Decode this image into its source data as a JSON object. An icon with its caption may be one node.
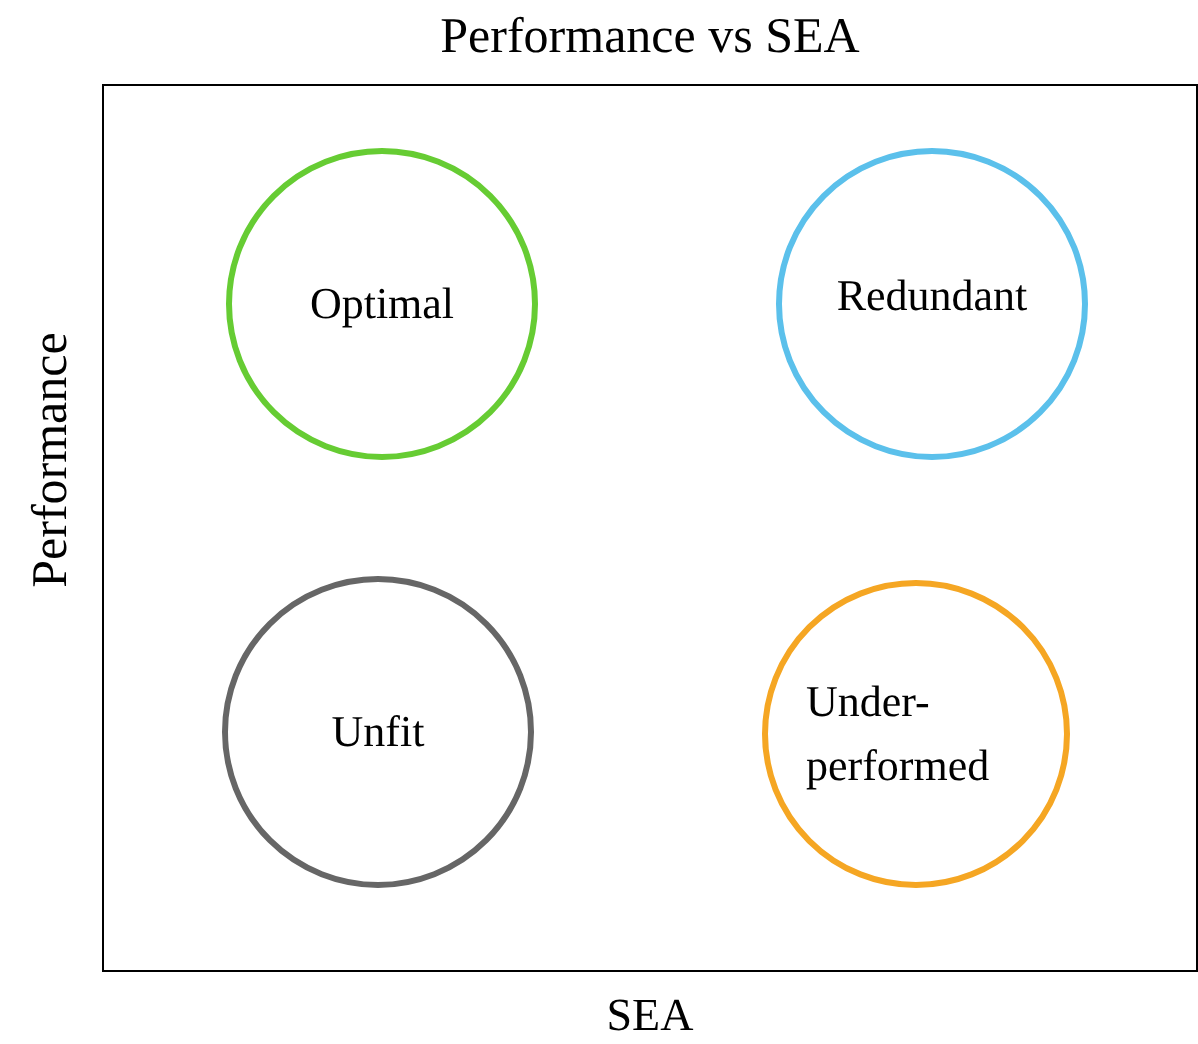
{
  "diagram": {
    "title": "Performance vs SEA",
    "nodes": [
      {
        "text": [
          "Optimal"
        ]
      },
      {
        "text": [
          "Redundant"
        ]
      },
      {
        "text": [
          "Unfit"
        ]
      },
      {
        "text": [
          "Under-performed"
        ]
      }
    ],
    "labels": [
      "Performance",
      "SEA"
    ]
  }
}
